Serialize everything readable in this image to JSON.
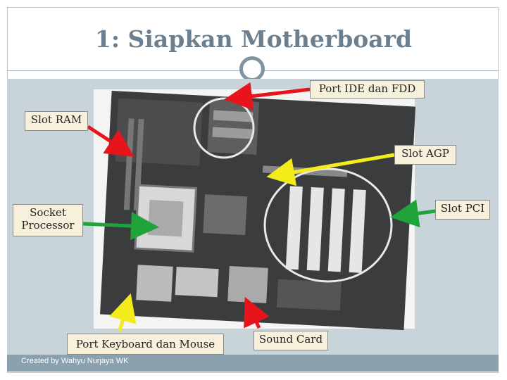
{
  "slide": {
    "title": "1: Siapkan Motherboard",
    "footer": "Created by Wahyu Nurjaya WK"
  },
  "labels": {
    "port_ide_fdd": "Port IDE dan FDD",
    "slot_ram": "Slot RAM",
    "slot_agp": "Slot AGP",
    "slot_pci": "Slot PCI",
    "socket_processor_line1": "Socket",
    "socket_processor_line2": "Processor",
    "port_keyboard_mouse": "Port Keyboard dan Mouse",
    "sound_card": "Sound Card"
  },
  "photo": {
    "subject": "motherboard-photo"
  },
  "colors": {
    "title": "#6c7f8e",
    "accent_bar": "#8ba2ae",
    "content_bg": "#c8d3da",
    "label_bg": "#f7f1dc",
    "arrow_red": "#e8141c",
    "arrow_yellow": "#f3ec1a",
    "arrow_green": "#1fa33b"
  }
}
